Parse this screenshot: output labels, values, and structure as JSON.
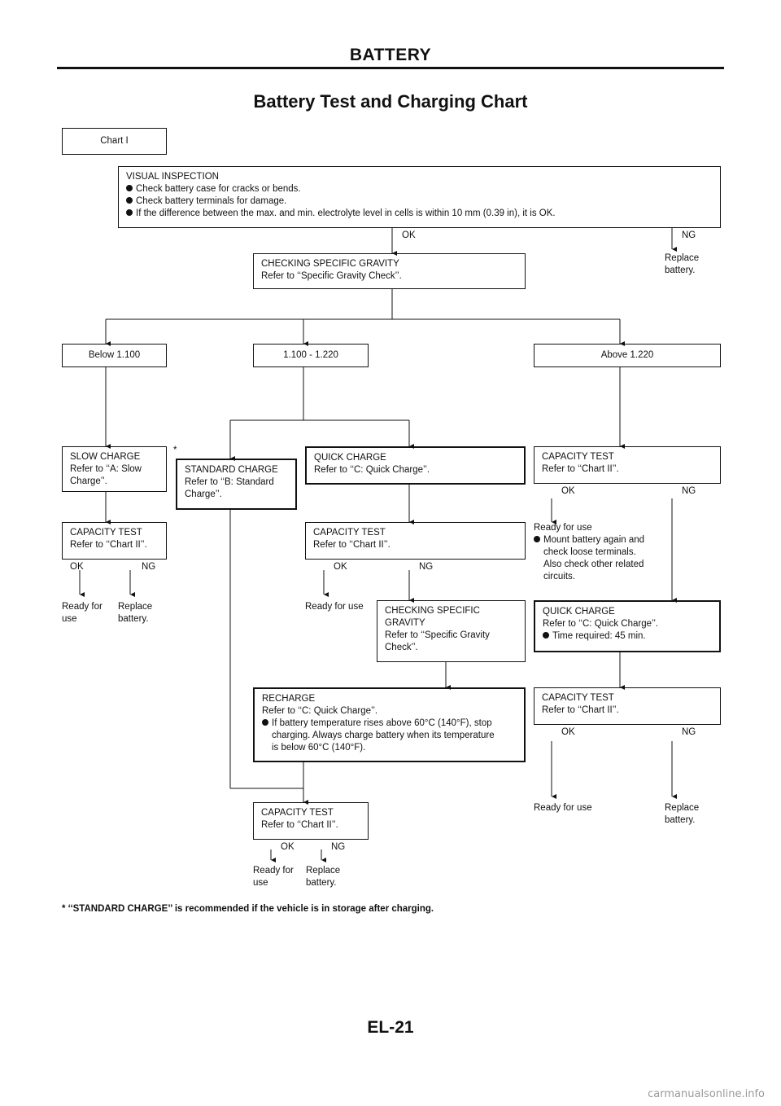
{
  "header": "BATTERY",
  "title": "Battery Test and Charging Chart",
  "footer": "EL-21",
  "footnote": "* ‘‘STANDARD CHARGE’’ is recommended if the vehicle is in storage after charging.",
  "watermark": "carmanualsonline.info",
  "nodes": {
    "chart1": "Chart I",
    "visual": {
      "title": "VISUAL INSPECTION",
      "bullets": [
        "Check battery case for cracks or bends.",
        "Check battery terminals for damage.",
        "If the difference between the max. and min. electrolyte level in cells is within 10 mm (0.39 in), it is OK."
      ]
    },
    "checking_sg": {
      "l1": "CHECKING SPECIFIC GRAVITY",
      "l2": "Refer to ‘‘Specific Gravity Check’’."
    },
    "replace1": {
      "l1": "Replace",
      "l2": "battery."
    },
    "below": "Below 1.100",
    "mid": "1.100 - 1.220",
    "above": "Above 1.220",
    "slow": {
      "l1": "SLOW CHARGE",
      "l2": "Refer to ‘‘A: Slow",
      "l3": "Charge’’."
    },
    "asterisk": "*",
    "standard": {
      "l1": "STANDARD CHARGE",
      "l2": "Refer to ‘‘B: Standard",
      "l3": "Charge’’."
    },
    "quick1": {
      "l1": "QUICK CHARGE",
      "l2": "Refer to ‘‘C: Quick Charge’’."
    },
    "cap_above": {
      "l1": "CAPACITY TEST",
      "l2": "Refer to ‘‘Chart II’’."
    },
    "cap_slow": {
      "l1": "CAPACITY TEST",
      "l2": "Refer to ‘‘Chart II’’."
    },
    "cap_quick": {
      "l1": "CAPACITY TEST",
      "l2": "Refer to ‘‘Chart II’’."
    },
    "ready_slow": {
      "l1": "Ready for",
      "l2": "use"
    },
    "replace_slow": {
      "l1": "Replace",
      "l2": "battery."
    },
    "ready_quick": "Ready for use",
    "check_sg2": {
      "l1": "CHECKING SPECIFIC",
      "l2": "GRAVITY",
      "l3": "Refer to ‘‘Specific Gravity",
      "l4": "Check’’."
    },
    "ready_above": {
      "l1": "Ready for use",
      "bullet": "Mount battery again and",
      "l2": "check loose terminals.",
      "l3": "Also check other related",
      "l4": "circuits."
    },
    "quick2": {
      "l1": "QUICK CHARGE",
      "l2": "Refer to ‘‘C: Quick Charge’’.",
      "bullet": "Time required: 45 min."
    },
    "recharge": {
      "l1": "RECHARGE",
      "l2": "Refer to ‘‘C: Quick Charge’’.",
      "bullet": "If battery temperature rises above 60°C (140°F), stop",
      "l3": "charging. Always charge battery when its temperature",
      "l4": "is below 60°C (140°F)."
    },
    "cap_q2": {
      "l1": "CAPACITY TEST",
      "l2": "Refer to ‘‘Chart II’’."
    },
    "ready_q2": "Ready for use",
    "replace_q2": {
      "l1": "Replace",
      "l2": "battery."
    },
    "cap_final": {
      "l1": "CAPACITY TEST",
      "l2": "Refer to ‘‘Chart II’’."
    },
    "ready_final": {
      "l1": "Ready for",
      "l2": "use"
    },
    "replace_final": {
      "l1": "Replace",
      "l2": "battery."
    }
  },
  "labels": {
    "ok": "OK",
    "ng": "NG"
  }
}
